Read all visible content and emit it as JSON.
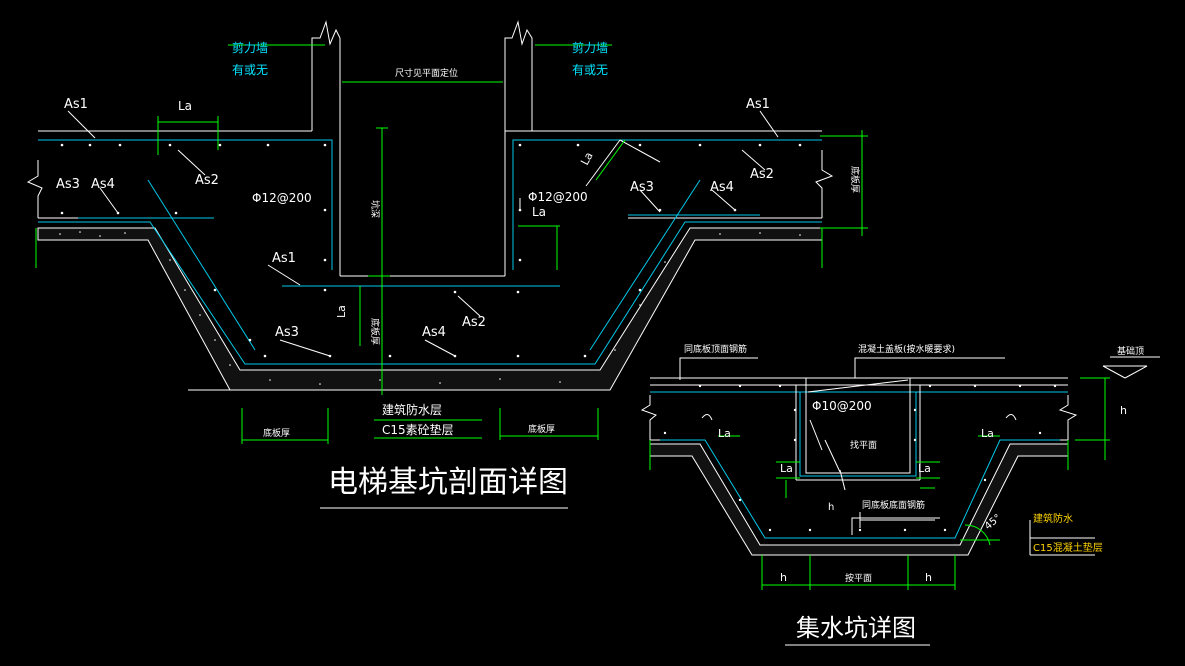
{
  "elevator_pit": {
    "title": "电梯基坑剖面详图",
    "shear_wall_label": "剪力墙",
    "shear_wall_option": "有或无",
    "size_note": "尺寸见平面定位",
    "as1": "As1",
    "as2": "As2",
    "as3": "As3",
    "as4": "As4",
    "la": "La",
    "rebar_spec": "Φ12@200",
    "slab_thickness": "底板厚",
    "pit_depth": "坑深",
    "waterproof_layer": "建筑防水层",
    "cushion_layer": "C15素砼垫层"
  },
  "sump_pit": {
    "title": "集水坑详图",
    "top_label_1": "同底板顶面钢筋",
    "top_label_2": "混凝土盖板(按水暖要求)",
    "bottom_label": "同底板底面钢筋",
    "right_label": "基础顶",
    "rebar_spec": "Φ10@200",
    "finish_face": "找平面",
    "la": "La",
    "h": "h",
    "angle": "45°",
    "waterproof": "建筑防水",
    "cushion": "C15混凝土垫层",
    "pit_width": "按平面"
  },
  "colors": {
    "background": "#000000",
    "lines": "#ffffff",
    "rebar": "#00c8e8",
    "dimensions": "#00ff00",
    "highlight": "#ffd400"
  }
}
